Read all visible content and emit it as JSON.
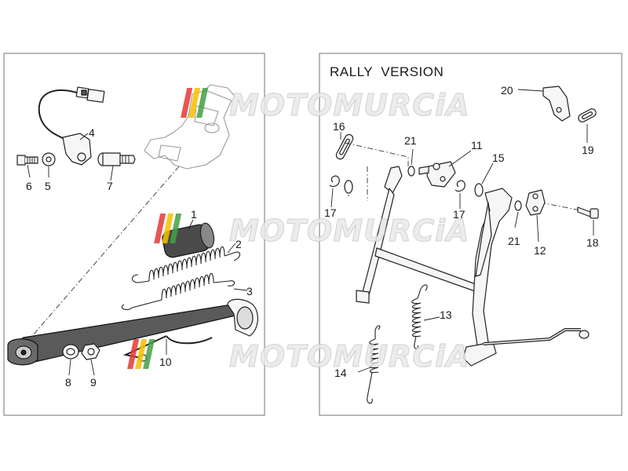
{
  "panels": {
    "left": {
      "callouts": [
        {
          "id": "c1",
          "text": "1"
        },
        {
          "id": "c2",
          "text": "2"
        },
        {
          "id": "c3",
          "text": "3"
        },
        {
          "id": "c4",
          "text": "4"
        },
        {
          "id": "c5",
          "text": "5"
        },
        {
          "id": "c6",
          "text": "6"
        },
        {
          "id": "c7",
          "text": "7"
        },
        {
          "id": "c8",
          "text": "8"
        },
        {
          "id": "c9",
          "text": "9"
        },
        {
          "id": "c10",
          "text": "10"
        }
      ]
    },
    "right": {
      "title": "RALLY  VERSION",
      "callouts": [
        {
          "id": "c11",
          "text": "11"
        },
        {
          "id": "c12",
          "text": "12"
        },
        {
          "id": "c13",
          "text": "13"
        },
        {
          "id": "c14",
          "text": "14"
        },
        {
          "id": "c15",
          "text": "15"
        },
        {
          "id": "c16",
          "text": "16"
        },
        {
          "id": "c17a",
          "text": "17"
        },
        {
          "id": "c17b",
          "text": "17"
        },
        {
          "id": "c18",
          "text": "18"
        },
        {
          "id": "c19",
          "text": "19"
        },
        {
          "id": "c20",
          "text": "20"
        },
        {
          "id": "c21a",
          "text": "21"
        },
        {
          "id": "c21b",
          "text": "21"
        }
      ]
    }
  },
  "watermark": {
    "text": "MOTOMURCiA",
    "colors": [
      "#e53935",
      "#f6c000",
      "#43a047"
    ]
  }
}
